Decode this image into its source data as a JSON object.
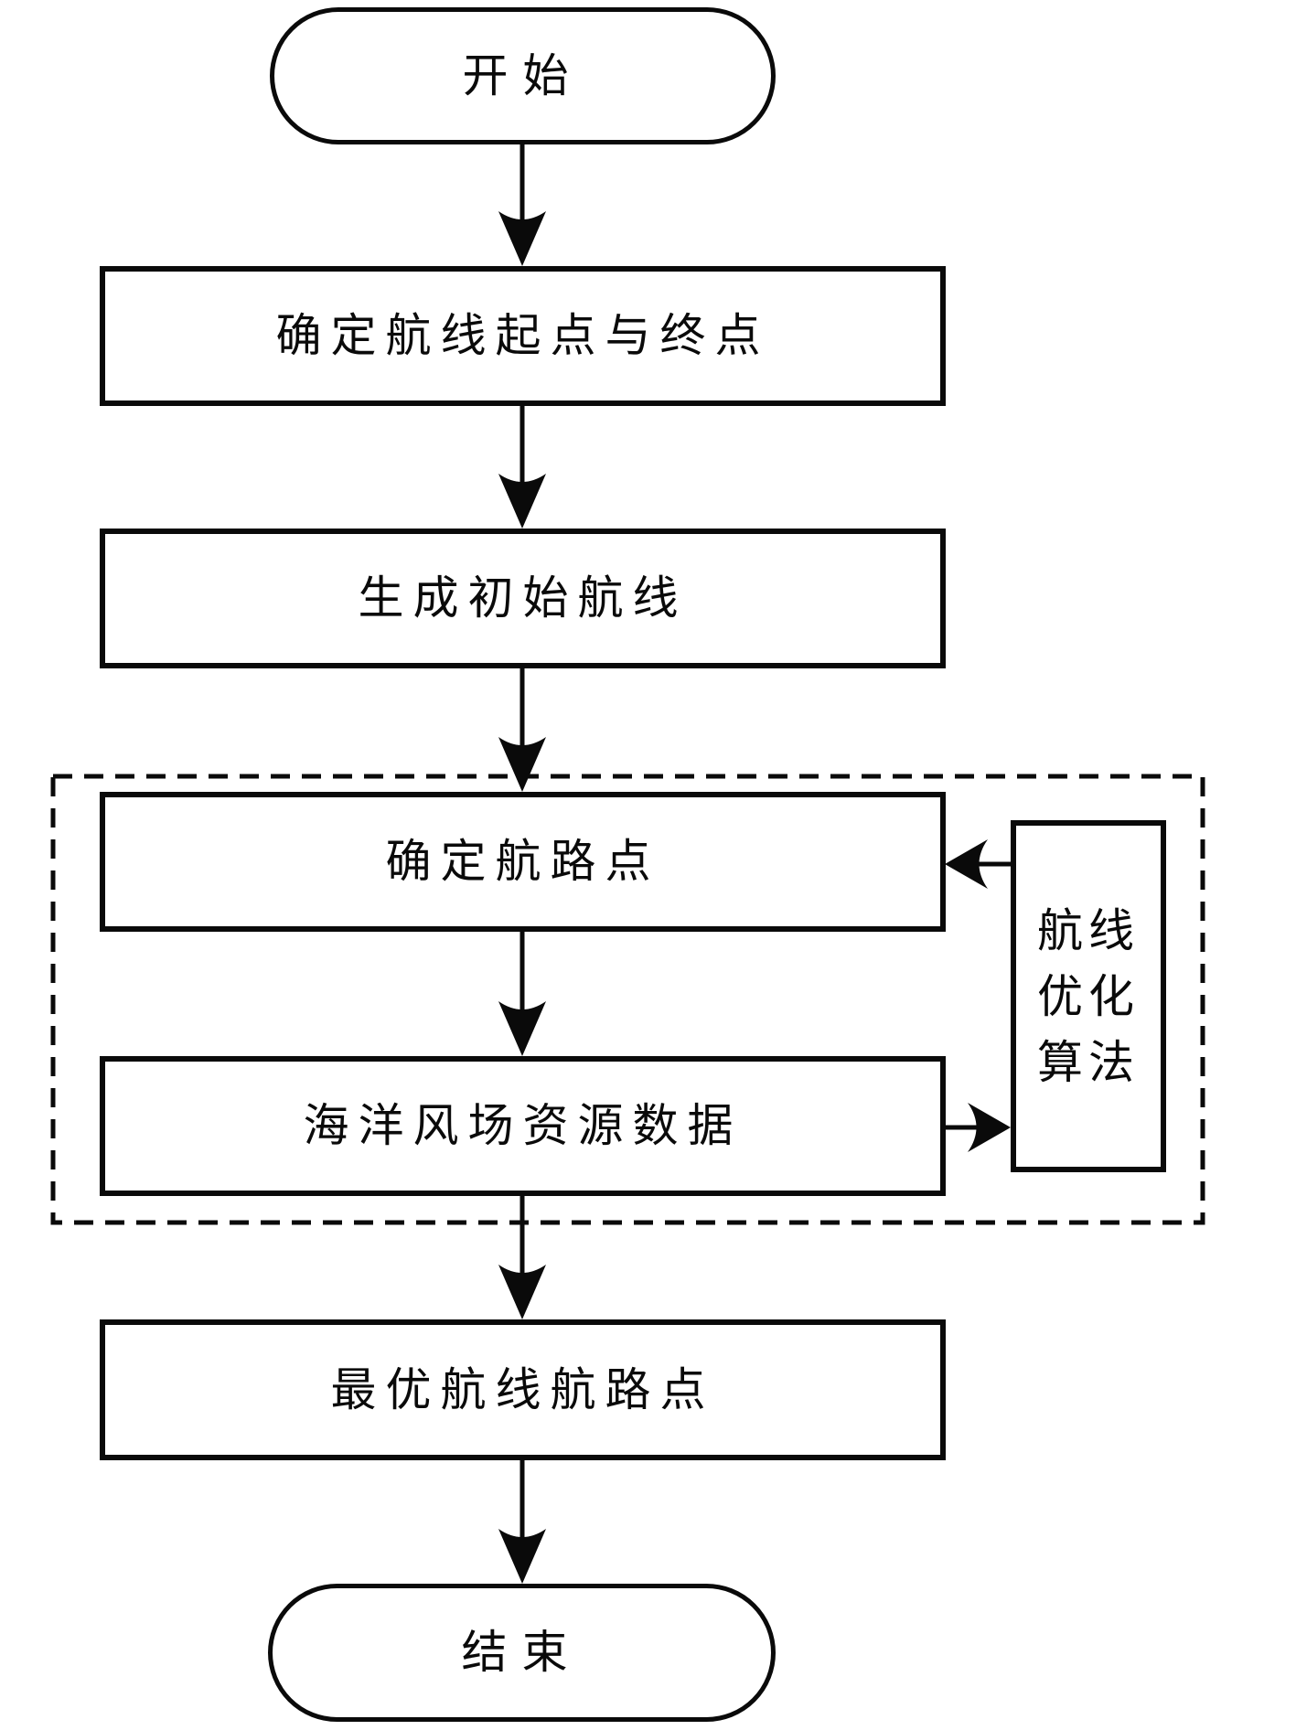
{
  "diagram": {
    "type": "flowchart",
    "colors": {
      "line": "#0a0a0a",
      "node_fill": "#ffffff",
      "background": "#ffffff"
    },
    "nodes": {
      "start": {
        "label": "开始",
        "shape": "terminal"
      },
      "determine_endpoints": {
        "label": "确定航线起点与终点",
        "shape": "process"
      },
      "generate_initial_route": {
        "label": "生成初始航线",
        "shape": "process"
      },
      "determine_waypoints": {
        "label": "确定航路点",
        "shape": "process"
      },
      "wind_data": {
        "label": "海洋风场资源数据",
        "shape": "process"
      },
      "optimizer": {
        "label": "航线优化算法",
        "shape": "process"
      },
      "optimal_waypoints": {
        "label": "最优航线航路点",
        "shape": "process"
      },
      "end": {
        "label": "结束",
        "shape": "terminal"
      }
    },
    "container": {
      "style": "dashed",
      "contains": [
        "determine_waypoints",
        "wind_data",
        "optimizer"
      ]
    },
    "edges": [
      {
        "from": "start",
        "to": "determine_endpoints"
      },
      {
        "from": "determine_endpoints",
        "to": "generate_initial_route"
      },
      {
        "from": "generate_initial_route",
        "to": "determine_waypoints"
      },
      {
        "from": "determine_waypoints",
        "to": "wind_data"
      },
      {
        "from": "wind_data",
        "to": "optimizer"
      },
      {
        "from": "optimizer",
        "to": "determine_waypoints"
      },
      {
        "from": "wind_data",
        "to": "optimal_waypoints"
      },
      {
        "from": "optimal_waypoints",
        "to": "end"
      }
    ]
  }
}
